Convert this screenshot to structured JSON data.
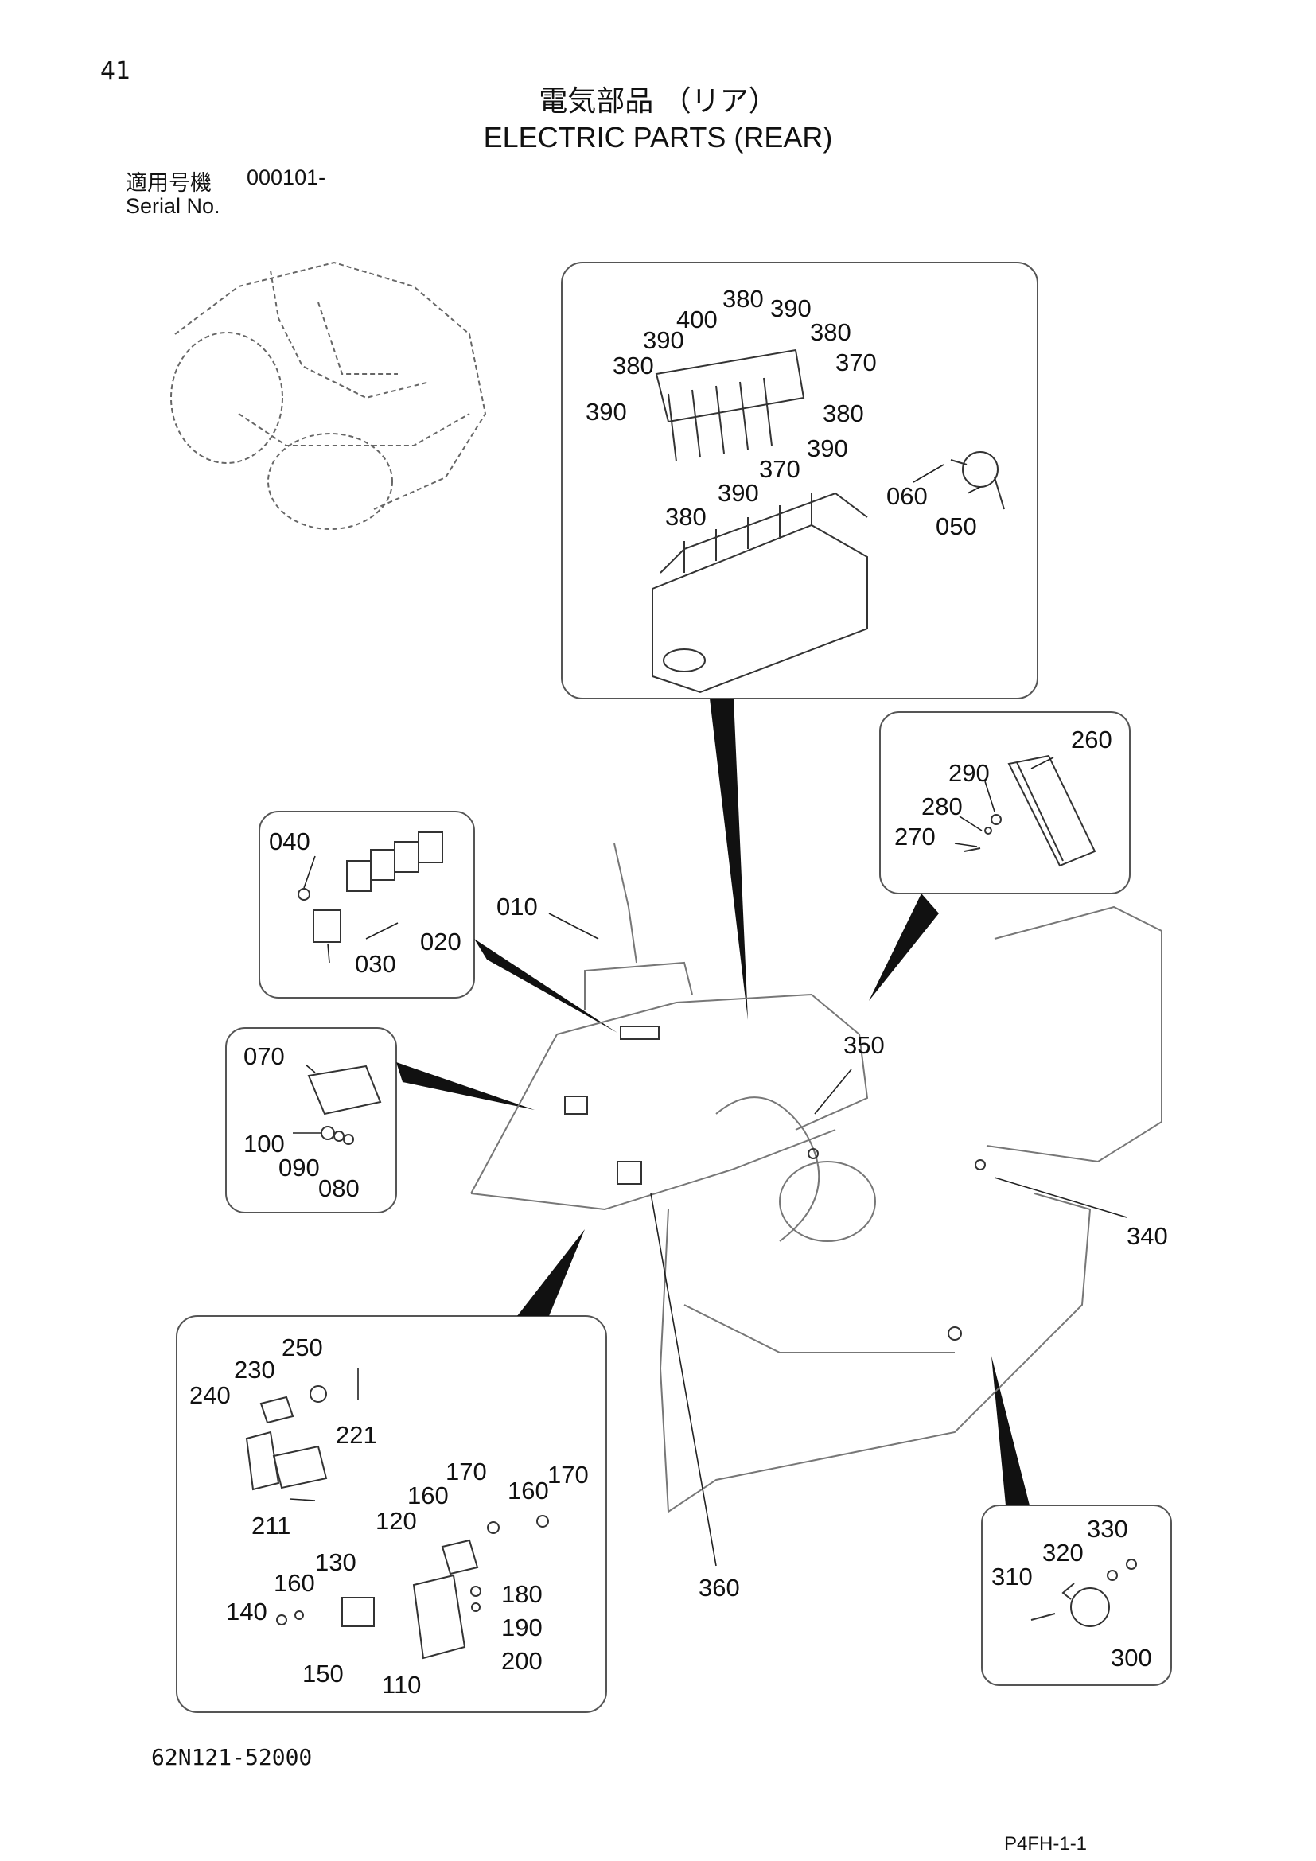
{
  "header": {
    "page_number": "41",
    "title_jp": "電気部品 （リア）",
    "title_en": "ELECTRIC PARTS (REAR)",
    "serial_label_jp": "適用号機",
    "serial_value": "000101-",
    "serial_label_en": "Serial No."
  },
  "footer": {
    "doc_code": "62N121-52000",
    "page_code": "P4FH-1-1"
  },
  "callouts": {
    "fuse_box": [
      "380",
      "390",
      "400",
      "390",
      "380",
      "380",
      "370",
      "390",
      "380",
      "390",
      "370",
      "390",
      "380",
      "060",
      "050"
    ],
    "ecu": [
      "260",
      "290",
      "280",
      "270"
    ],
    "relays_upper": [
      "040",
      "020",
      "030"
    ],
    "module_070": [
      "070",
      "100",
      "090",
      "080"
    ],
    "relay_bracket": [
      "250",
      "230",
      "240",
      "221",
      "211",
      "170",
      "160",
      "160",
      "170",
      "120",
      "130",
      "160",
      "140",
      "180",
      "190",
      "150",
      "200",
      "110"
    ],
    "horn": [
      "330",
      "320",
      "310",
      "300"
    ],
    "main": [
      "010",
      "350",
      "340",
      "360"
    ]
  }
}
